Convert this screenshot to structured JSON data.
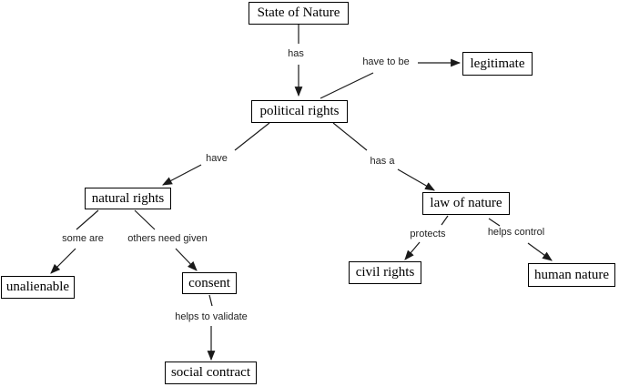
{
  "diagram": {
    "background_color": "#ffffff",
    "node_border_color": "#000000",
    "node_fill_color": "#ffffff",
    "node_text_color": "#000000",
    "line_color": "#1a1a1a",
    "nodes": [
      {
        "id": "state-of-nature",
        "label": "State of Nature"
      },
      {
        "id": "legitimate",
        "label": "legitimate"
      },
      {
        "id": "political-rights",
        "label": "political rights"
      },
      {
        "id": "natural-rights",
        "label": "natural rights"
      },
      {
        "id": "law-of-nature",
        "label": "law of nature"
      },
      {
        "id": "unalienable",
        "label": "unalienable"
      },
      {
        "id": "consent",
        "label": "consent"
      },
      {
        "id": "civil-rights",
        "label": "civil rights"
      },
      {
        "id": "human-nature",
        "label": "human nature"
      },
      {
        "id": "social-contract",
        "label": "social contract"
      }
    ],
    "links": [
      {
        "from": "State of Nature",
        "label": "has",
        "to": "political rights"
      },
      {
        "from": "political rights",
        "label": "have to be",
        "to": "legitimate"
      },
      {
        "from": "political rights",
        "label": "have",
        "to": "natural rights"
      },
      {
        "from": "political rights",
        "label": "has a",
        "to": "law of nature"
      },
      {
        "from": "natural rights",
        "label": "some are",
        "to": "unalienable"
      },
      {
        "from": "natural rights",
        "label": "others need given",
        "to": "consent"
      },
      {
        "from": "consent",
        "label": "helps to validate",
        "to": "social contract"
      },
      {
        "from": "law of nature",
        "label": "protects",
        "to": "civil rights"
      },
      {
        "from": "law of nature",
        "label": "helps control",
        "to": "human nature"
      }
    ]
  }
}
